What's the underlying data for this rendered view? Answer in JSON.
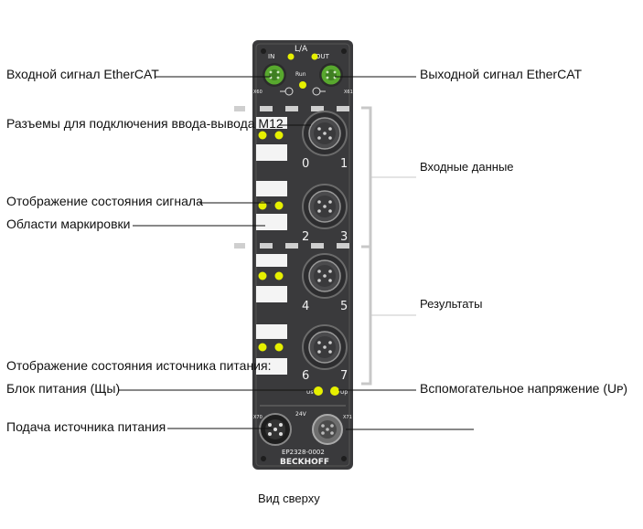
{
  "caption": "Вид сверху",
  "left_labels": {
    "ethercat_in": "Входной сигнал EtherCAT",
    "m12_connectors": "Разъемы для подключения ввода-вывода M12",
    "signal_status": "Отображение состояния сигнала",
    "marking_areas": "Области маркировки",
    "power_status_title": "Отображение состояния источника питания:",
    "power_supply": "Блок питания (Щы)",
    "power_feed": "Подача источника питания"
  },
  "right_labels": {
    "ethercat_out": "Выходной сигнал EtherCAT",
    "inputs": "Входные данные",
    "outputs": "Результаты",
    "aux_voltage": "Вспомогательное напряжение (Uᴘ)"
  },
  "device": {
    "la_label": "L/A",
    "in_label": "IN",
    "out_label": "OUT",
    "run_label": "Run",
    "x60_label": "X60",
    "x61_label": "X61",
    "channels": [
      "0",
      "1",
      "2",
      "3",
      "4",
      "5",
      "6",
      "7"
    ],
    "us_label": "Us",
    "up_label": "Up",
    "x70_label": "X70",
    "x71_label": "X71",
    "v24_label": "24V",
    "model": "EP2328-0002",
    "brand": "BECKHOFF"
  },
  "colors": {
    "housing": "#3a3a3c",
    "led": "#e6f000",
    "ethercat_port": "#58a82e",
    "marking_strip": "#f4f4f4",
    "bracket": "#c8c8c8"
  }
}
